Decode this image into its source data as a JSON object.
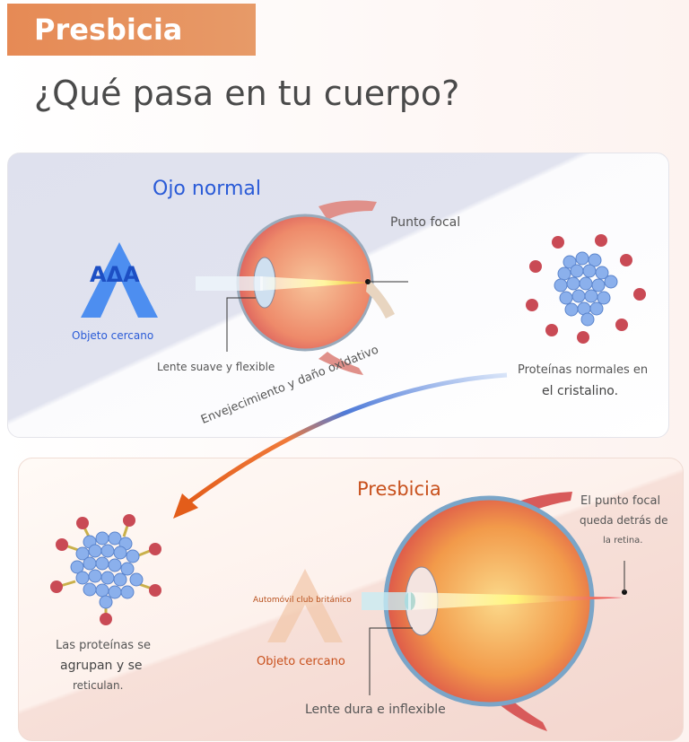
{
  "header": {
    "tag": "Presbicia",
    "question": "¿Qué pasa en tu cuerpo?"
  },
  "normal": {
    "title": "Ojo normal",
    "letters": "AΔA",
    "object_label": "Objeto cercano",
    "focal_label": "Punto focal",
    "lens_label": "Lente suave y flexible",
    "proteins_label_1": "Proteínas normales en",
    "proteins_label_2": "el cristalino."
  },
  "transition": {
    "label": "Envejecimiento y daño oxidativo"
  },
  "presbyopia": {
    "title": "Presbicia",
    "object_text": "Automóvil club británico",
    "object_label": "Objeto cercano",
    "focal_1": "El punto focal",
    "focal_2": "queda detrás de",
    "focal_3": "la retina.",
    "lens_label": "Lente dura e inflexible",
    "proteins_1": "Las proteínas se",
    "proteins_2": "agrupan y se",
    "proteins_3": "reticulan."
  },
  "colors": {
    "accent_orange": "#e68a55",
    "blue_title": "#2a5bd7",
    "orange_title": "#c8501c"
  }
}
